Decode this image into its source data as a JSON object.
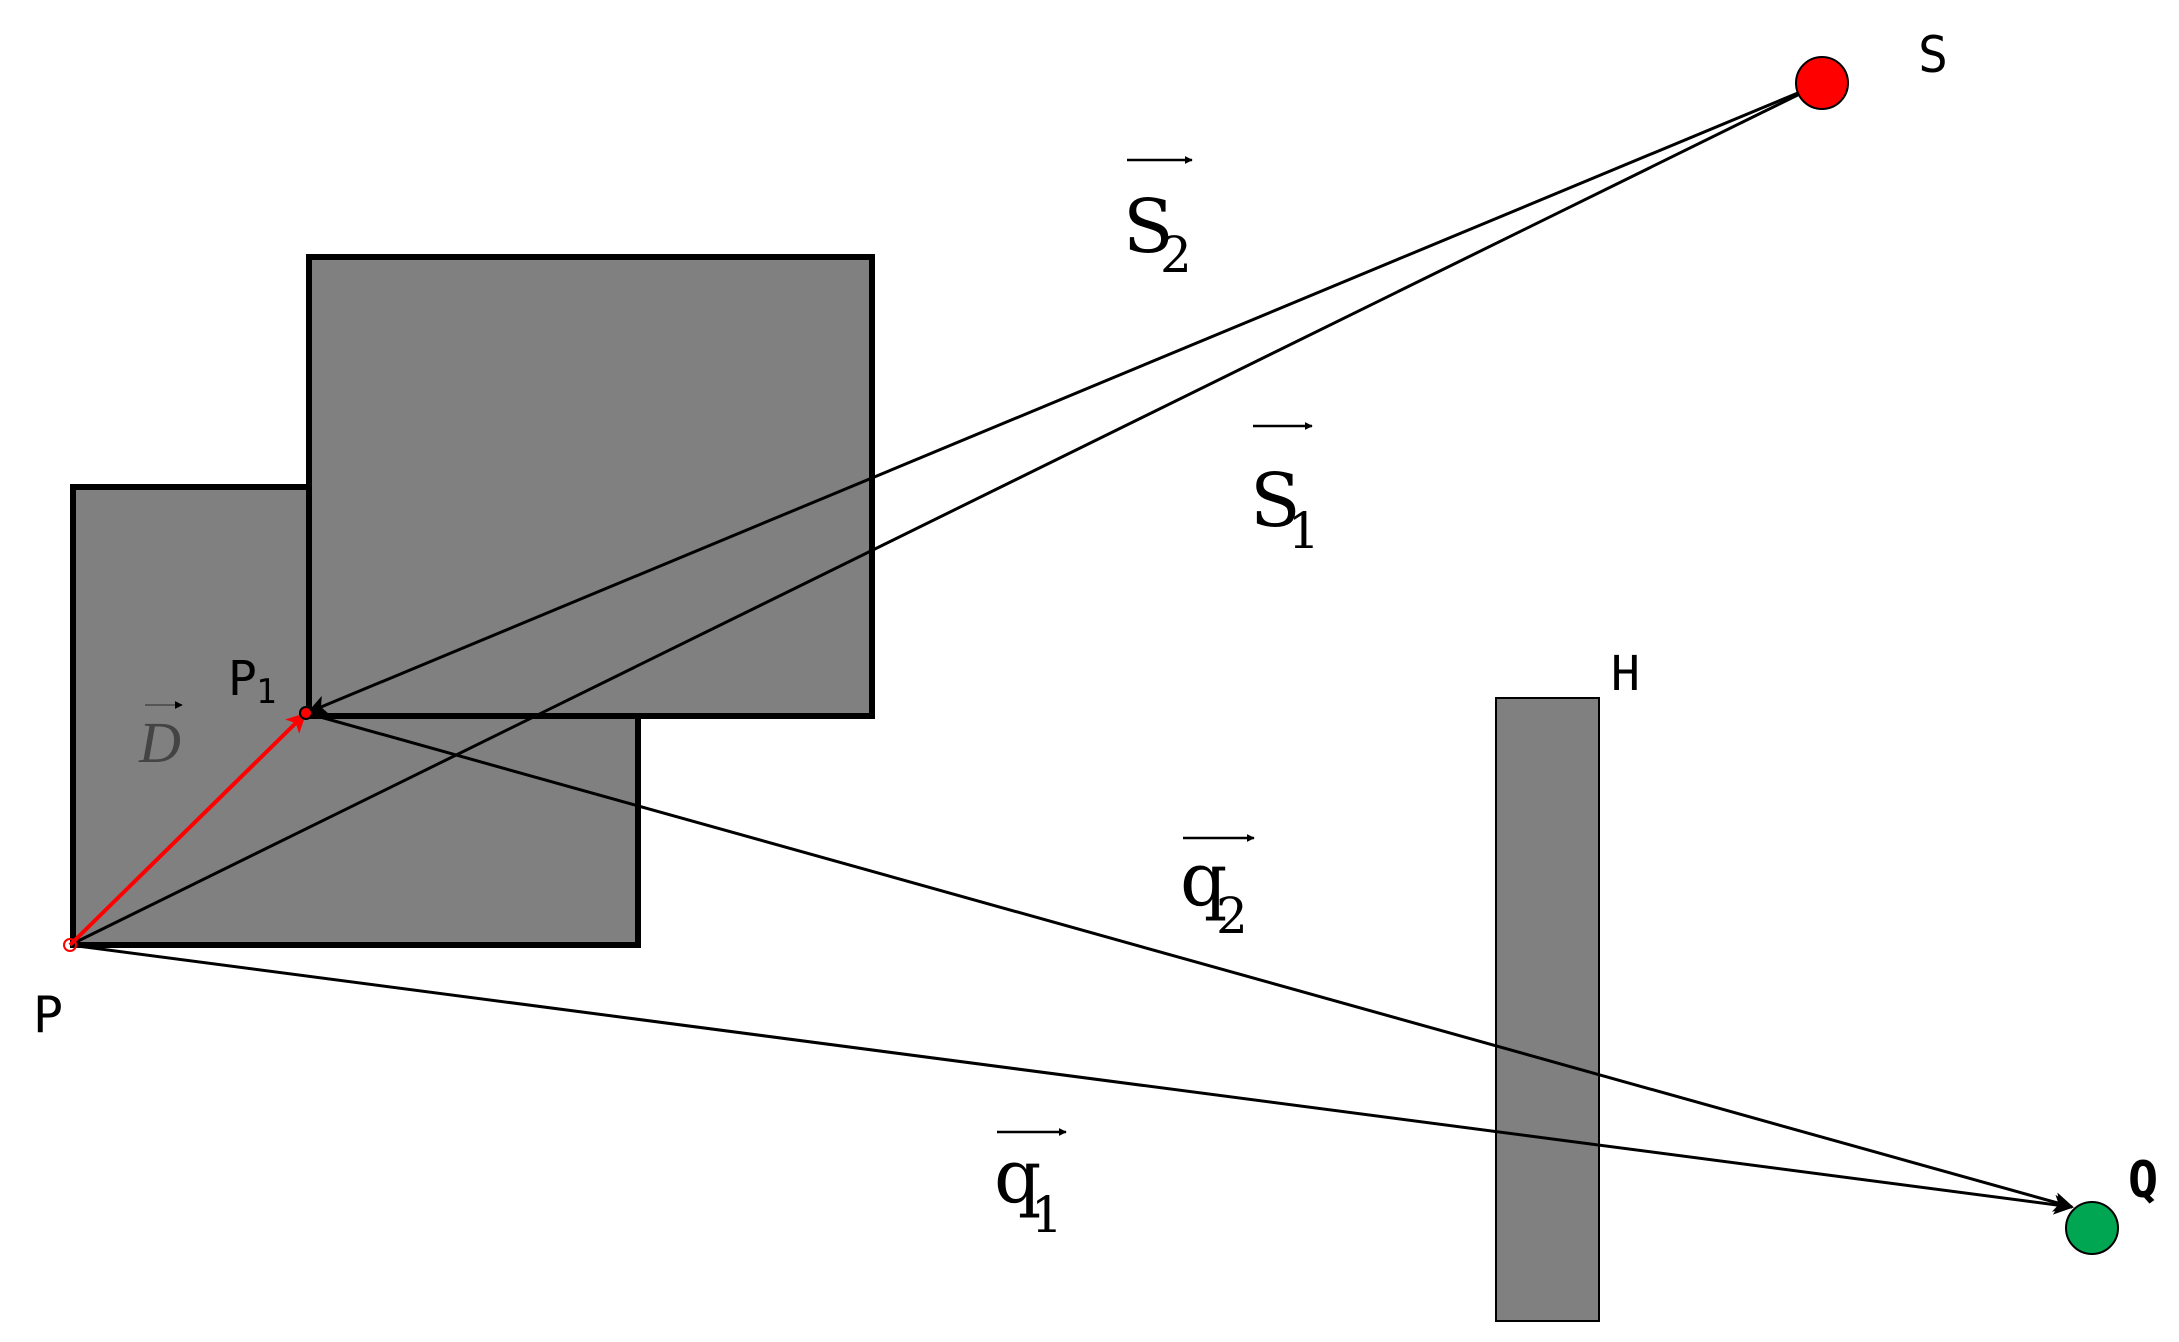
{
  "colors": {
    "box_fill": "#808080",
    "line": "#000000",
    "vector_d": "#ff0000",
    "point_s": "#ff0000",
    "point_q": "#00a651"
  },
  "points": {
    "S": "S",
    "H": "H",
    "P": "P",
    "P1": {
      "main": "P",
      "sub": "1"
    },
    "Q": "Q"
  },
  "vectors": {
    "s1": {
      "main": "S",
      "sub": "1"
    },
    "s2": {
      "main": "S",
      "sub": "2"
    },
    "q1": {
      "main": "q",
      "sub": "1"
    },
    "q2": {
      "main": "q",
      "sub": "2"
    },
    "D": "D"
  }
}
